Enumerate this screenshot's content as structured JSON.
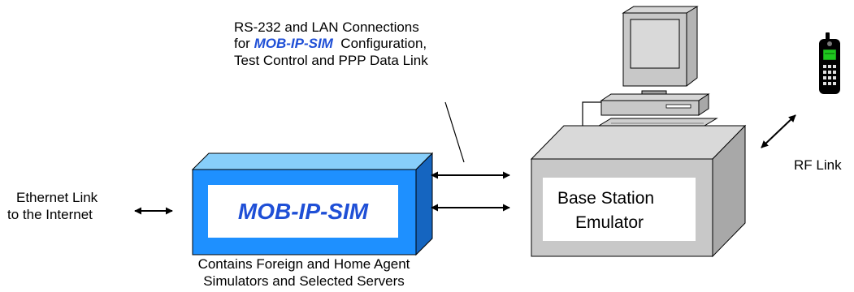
{
  "colors": {
    "brand_blue": "#1f4fd6",
    "box_blue_front": "#1e90ff",
    "box_blue_top": "#87cefa",
    "box_blue_side": "#1565c0",
    "gray_front": "#c8c8c8",
    "gray_top": "#d9d9d9",
    "gray_side": "#a8a8a8",
    "line": "#000000"
  },
  "labels": {
    "rs232": {
      "line1": "RS-232 and LAN Connections",
      "line2_prefix": "for ",
      "line2_brand": "MOB-IP-SIM",
      "line2_suffix": "  Configuration,",
      "line3": "Test Control and PPP Data Link"
    },
    "ethernet": {
      "line1": "Ethernet Link",
      "line2": "to the Internet"
    },
    "mob_box": "MOB-IP-SIM",
    "mob_caption": {
      "line1": "Contains Foreign and Home Agent",
      "line2": "Simulators and Selected Servers"
    },
    "base_station": {
      "line1": "Base Station",
      "line2": "Emulator"
    },
    "rf_link": "RF Link"
  },
  "icons": {
    "computer": "desktop-computer-icon",
    "phone": "mobile-phone-icon"
  }
}
